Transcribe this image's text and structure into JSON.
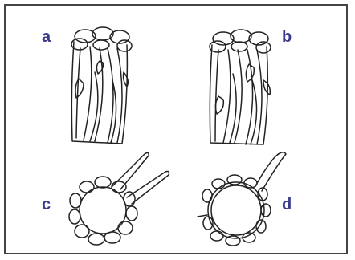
{
  "labels": {
    "a": "a",
    "b": "b",
    "c": "c",
    "d": "d"
  },
  "colors": {
    "label": "#3a3a8c",
    "ink": "#222222",
    "frame": "#444444",
    "background": "#ffffff"
  }
}
